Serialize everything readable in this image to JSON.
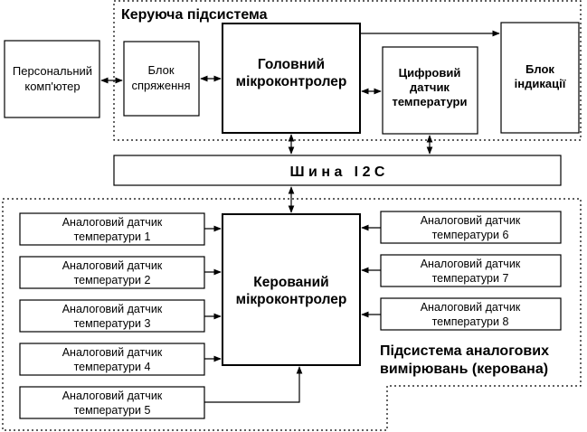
{
  "subsystems": {
    "control_label": "Керуюча підсистема",
    "analog_label_line1": "Підсистема аналогових",
    "analog_label_line2": "вимірювань (керована)"
  },
  "blocks": {
    "pc_line1": "Персональний",
    "pc_line2": "комп'ютер",
    "interface_line1": "Блок",
    "interface_line2": "спряження",
    "main_mcu_line1": "Головний",
    "main_mcu_line2": "мікроконтролер",
    "digital_sensor_line1": "Цифровий",
    "digital_sensor_line2": "датчик",
    "digital_sensor_line3": "температури",
    "display_line1": "Блок",
    "display_line2": "індикації",
    "bus": "Ш и н а   I 2 C",
    "slave_mcu_line1": "Керований",
    "slave_mcu_line2": "мікроконтролер"
  },
  "analog_sensors": [
    {
      "line1": "Аналоговий датчик",
      "line2": "температури 1"
    },
    {
      "line1": "Аналоговий датчик",
      "line2": "температури 2"
    },
    {
      "line1": "Аналоговий датчик",
      "line2": "температури 3"
    },
    {
      "line1": "Аналоговий датчик",
      "line2": "температури 4"
    },
    {
      "line1": "Аналоговий датчик",
      "line2": "температури 5"
    },
    {
      "line1": "Аналоговий датчик",
      "line2": "температури 6"
    },
    {
      "line1": "Аналоговий датчик",
      "line2": "температури 7"
    },
    {
      "line1": "Аналоговий датчик",
      "line2": "температури 8"
    }
  ]
}
